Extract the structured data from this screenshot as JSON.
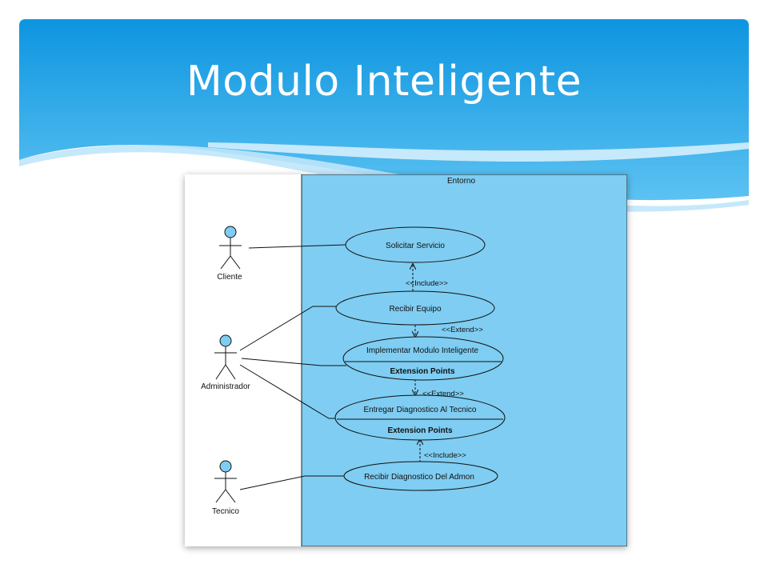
{
  "slide": {
    "title": "Modulo Inteligente"
  },
  "diagram": {
    "system_label": "Entorno",
    "actors": [
      {
        "id": "cliente",
        "label": "Cliente"
      },
      {
        "id": "administrador",
        "label": "Administrador"
      },
      {
        "id": "tecnico",
        "label": "Tecnico"
      }
    ],
    "use_cases": [
      {
        "id": "solicitar",
        "label": "Solicitar Servicio"
      },
      {
        "id": "recibir_equipo",
        "label": "Recibir Equipo"
      },
      {
        "id": "implementar",
        "label": "Implementar Modulo Inteligente",
        "compartment": "Extension Points"
      },
      {
        "id": "entregar",
        "label": "Entregar Diagnostico Al Tecnico",
        "compartment": "Extension Points"
      },
      {
        "id": "recibir_diag",
        "label": "Recibir Diagnostico Del Admon"
      }
    ],
    "relations": [
      {
        "id": "include1",
        "label": "<<Include>>"
      },
      {
        "id": "extend1",
        "label": "<<Extend>>"
      },
      {
        "id": "extend2",
        "label": "<<Extend>>"
      },
      {
        "id": "include2",
        "label": "<<Include>>"
      }
    ],
    "colors": {
      "system_fill": "#7fcdf2",
      "actor_head": "#7fcdf2"
    }
  }
}
